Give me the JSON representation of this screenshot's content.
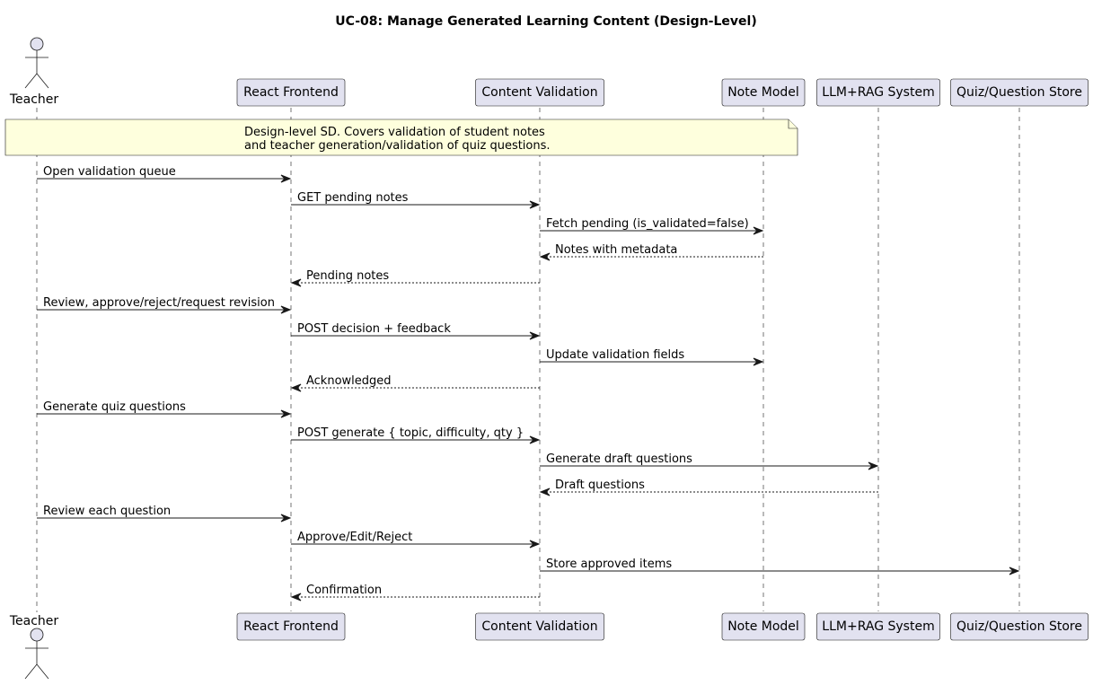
{
  "diagram": {
    "title": "UC-08: Manage Generated Learning Content (Design-Level)",
    "participants": [
      {
        "id": "teacher",
        "label": "Teacher",
        "kind": "actor"
      },
      {
        "id": "frontend",
        "label": "React Frontend",
        "kind": "participant"
      },
      {
        "id": "validation",
        "label": "Content Validation",
        "kind": "participant"
      },
      {
        "id": "note",
        "label": "Note Model",
        "kind": "participant"
      },
      {
        "id": "llm",
        "label": "LLM+RAG System",
        "kind": "participant"
      },
      {
        "id": "store",
        "label": "Quiz/Question Store",
        "kind": "participant"
      }
    ],
    "note": {
      "lines": [
        "Design-level SD. Covers validation of student notes",
        "and teacher generation/validation of quiz questions."
      ]
    },
    "messages": [
      {
        "from": "teacher",
        "to": "frontend",
        "label": "Open validation queue",
        "style": "sync"
      },
      {
        "from": "frontend",
        "to": "validation",
        "label": "GET pending notes",
        "style": "sync"
      },
      {
        "from": "validation",
        "to": "note",
        "label": "Fetch pending (is_validated=false)",
        "style": "sync"
      },
      {
        "from": "note",
        "to": "validation",
        "label": "Notes with metadata",
        "style": "return"
      },
      {
        "from": "validation",
        "to": "frontend",
        "label": "Pending notes",
        "style": "return"
      },
      {
        "from": "teacher",
        "to": "frontend",
        "label": "Review, approve/reject/request revision",
        "style": "sync"
      },
      {
        "from": "frontend",
        "to": "validation",
        "label": "POST decision + feedback",
        "style": "sync"
      },
      {
        "from": "validation",
        "to": "note",
        "label": "Update validation fields",
        "style": "sync"
      },
      {
        "from": "validation",
        "to": "frontend",
        "label": "Acknowledged",
        "style": "return"
      },
      {
        "from": "teacher",
        "to": "frontend",
        "label": "Generate quiz questions",
        "style": "sync"
      },
      {
        "from": "frontend",
        "to": "validation",
        "label": "POST generate { topic, difficulty, qty }",
        "style": "sync"
      },
      {
        "from": "validation",
        "to": "llm",
        "label": "Generate draft questions",
        "style": "sync"
      },
      {
        "from": "llm",
        "to": "validation",
        "label": "Draft questions",
        "style": "return"
      },
      {
        "from": "teacher",
        "to": "frontend",
        "label": "Review each question",
        "style": "sync"
      },
      {
        "from": "frontend",
        "to": "validation",
        "label": "Approve/Edit/Reject",
        "style": "sync"
      },
      {
        "from": "validation",
        "to": "store",
        "label": "Store approved items",
        "style": "sync"
      },
      {
        "from": "validation",
        "to": "frontend",
        "label": "Confirmation",
        "style": "return"
      }
    ]
  }
}
